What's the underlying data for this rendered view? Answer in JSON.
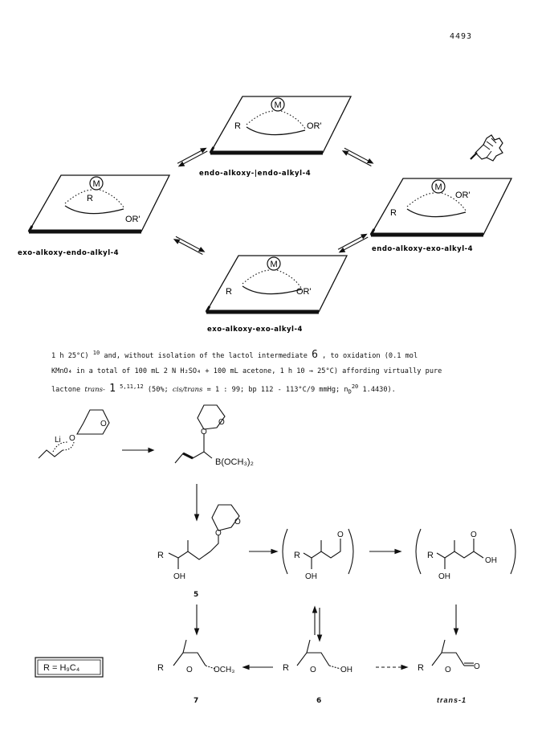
{
  "page_number": "4493",
  "conformers": {
    "top": "endo-alkoxy-|endo-alkyl-4",
    "left": "exo-alkoxy-endo-alkyl-4",
    "right": "endo-alkoxy-exo-alkyl-4",
    "bottom": "exo-alkoxy-exo-alkyl-4",
    "metal_symbol": "M",
    "R": "R",
    "OR": "OR'"
  },
  "text": {
    "line1_a": "1 h 25°C)",
    "line1_ref": "10",
    "line1_b": "and, without isolation of the lactol intermediate",
    "line1_num": "6",
    "line1_c": ", to oxidation (0.1 mol",
    "line2": "KMnO₄ in a total of 100 mL 2 N H₂SO₄ + 100 mL acetone, 1 h 10 → 25°C) affording virtually pure",
    "line3_a": "lactone",
    "line3_trans": "trans-",
    "line3_num": "1",
    "line3_refs": "5,11,12",
    "line3_b": "(50%;",
    "line3_cistrans": "cis/trans",
    "line3_c": "= 1 : 99; bp 112 - 113°C/9 mmHg; n",
    "line3_sub": "D",
    "line3_sup": "20",
    "line3_d": "1.4430)."
  },
  "scheme": {
    "Li": "Li",
    "O": "O",
    "B_reagent": "B(OCH₃)₂",
    "R": "R",
    "OH": "OH",
    "OCH3": "OCH₃",
    "R_def": "R = H₉C₄",
    "labels": {
      "c5": "5",
      "c7": "7",
      "c6": "6",
      "trans1": "trans-1"
    }
  }
}
